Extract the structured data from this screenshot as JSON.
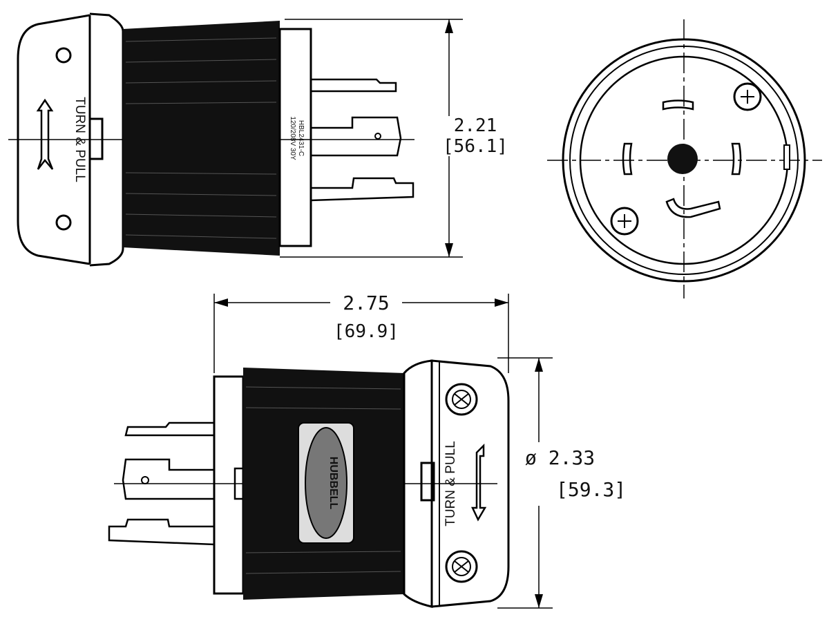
{
  "drawing": {
    "views": {
      "side_top": {
        "grip_text": "TURN & PULL",
        "label_line1": "HBL2431-C",
        "label_line2": "120/208V 30Y"
      },
      "face": {},
      "side_bottom": {
        "grip_text": "TURN & PULL",
        "brand": "HUBBELL"
      }
    },
    "dimensions": {
      "height_in": "2.21",
      "height_mm": "[56.1]",
      "length_in": "2.75",
      "length_mm": "[69.9]",
      "diameter_in": "ø 2.33",
      "diameter_mm": "[59.3]"
    }
  }
}
